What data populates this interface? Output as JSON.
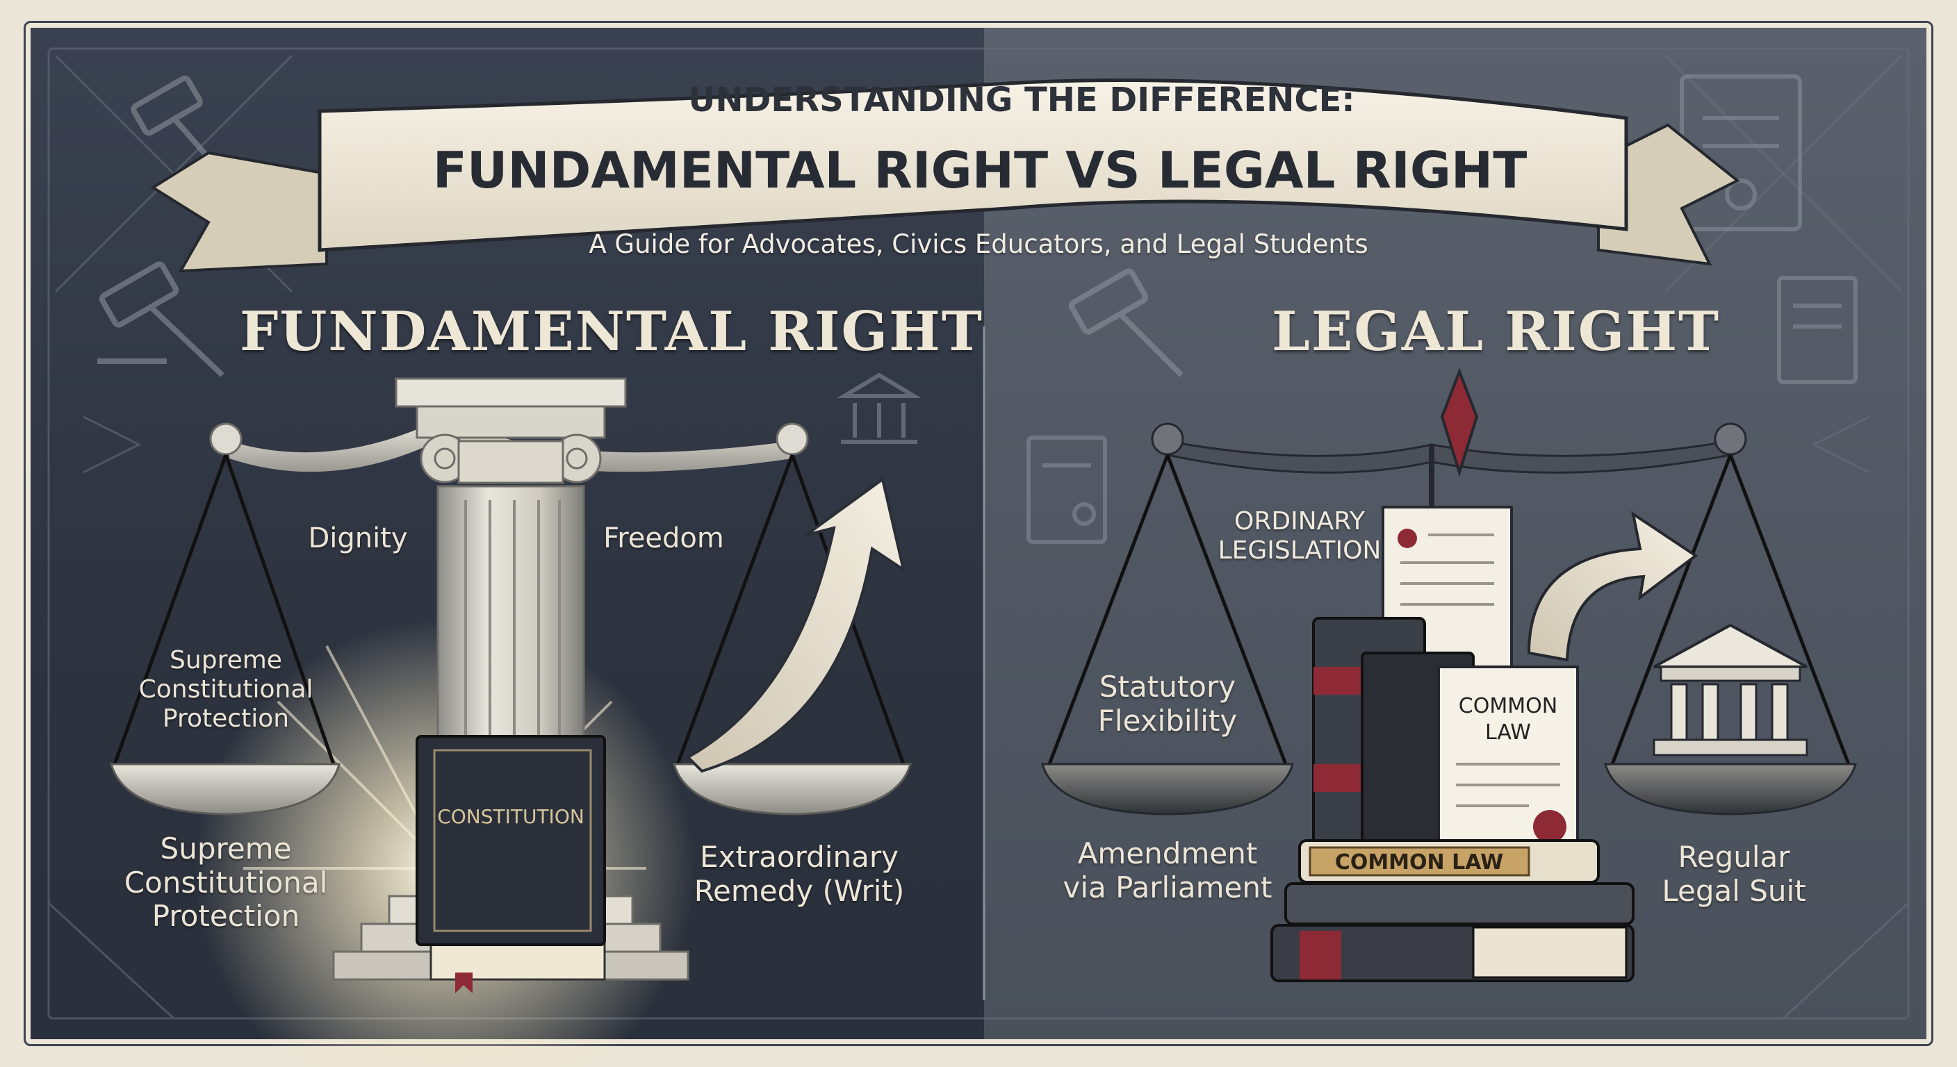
{
  "banner": {
    "line1": "UNDERSTANDING THE DIFFERENCE:",
    "line2": "FUNDAMENTAL RIGHT VS LEGAL RIGHT"
  },
  "subtitle": "A Guide for Advocates, Civics Educators, and Legal Students",
  "left": {
    "heading": "FUNDAMENTAL RIGHT",
    "dignity": "Dignity",
    "freedom": "Freedom",
    "pan_text": [
      "Supreme",
      "Constitutional",
      "Protection"
    ],
    "bottom_left": [
      "Supreme",
      "Constitutional",
      "Protection"
    ],
    "bottom_right": [
      "Extraordinary",
      "Remedy (Writ)"
    ],
    "book_title": "CONSTITUTION"
  },
  "right": {
    "heading": "LEGAL RIGHT",
    "ordinary": [
      "ORDINARY",
      "LEGISLATION"
    ],
    "statutory": [
      "Statutory",
      "Flexibility"
    ],
    "amendment": [
      "Amendment",
      "via Parliament"
    ],
    "regular": [
      "Regular",
      "Legal Suit"
    ],
    "doc_title": [
      "COMMON",
      "LAW"
    ],
    "book_spine": "COMMON LAW"
  },
  "colors": {
    "left_panel": "#2f3542",
    "right_panel": "#535a65",
    "cream": "#ece5d6",
    "accent_red": "#8e2a35",
    "gold": "#c9a25a"
  }
}
